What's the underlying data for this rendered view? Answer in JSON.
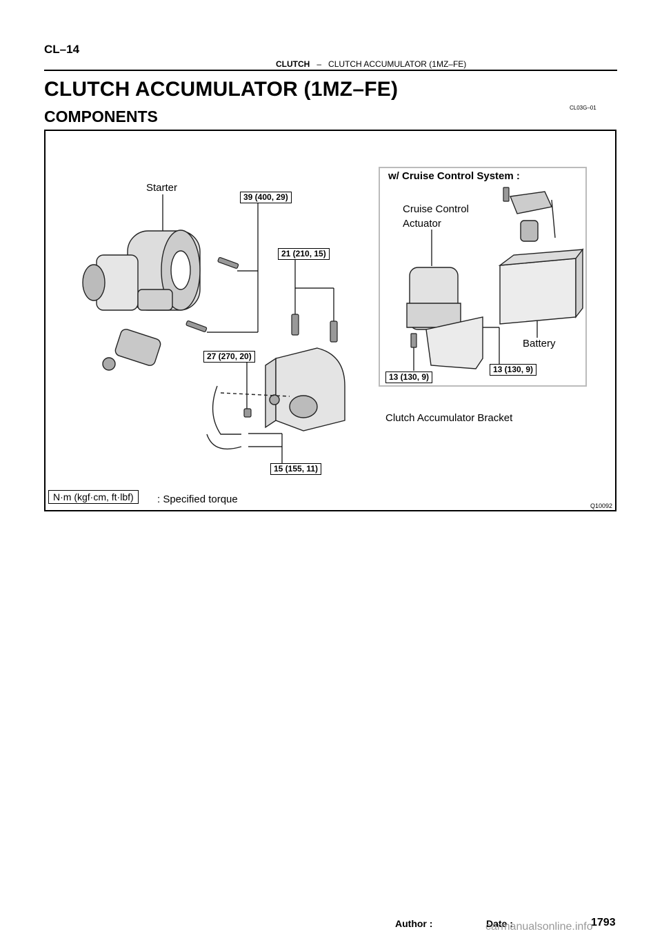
{
  "header": {
    "page_id": "CL–14",
    "section": "CLUTCH",
    "separator": "–",
    "subsection": "CLUTCH ACCUMULATOR (1MZ–FE)"
  },
  "title": "CLUTCH ACCUMULATOR (1MZ–FE)",
  "subtitle": "COMPONENTS",
  "doc_code": "CL03G–01",
  "figure": {
    "labels": {
      "starter": "Starter",
      "inset_title": "w/  Cruise Control System :",
      "cruise_line1": "Cruise Control",
      "cruise_line2": "Actuator",
      "battery": "Battery",
      "bracket": "Clutch Accumulator Bracket"
    },
    "torques": {
      "t1": "39 (400, 29)",
      "t2": "21 (210, 15)",
      "t3": "27 (270, 20)",
      "t4": "15 (155, 11)",
      "t5": "13 (130, 9)",
      "t6": "13 (130, 9)"
    },
    "legend_unit": "N·m (kgf·cm, ft·lbf)",
    "legend_text": ": Specified torque",
    "figure_id": "Q10092"
  },
  "footer": {
    "author": "Author :",
    "date": "Date :",
    "page": "1793",
    "watermark": "carmanualsonline.info"
  }
}
